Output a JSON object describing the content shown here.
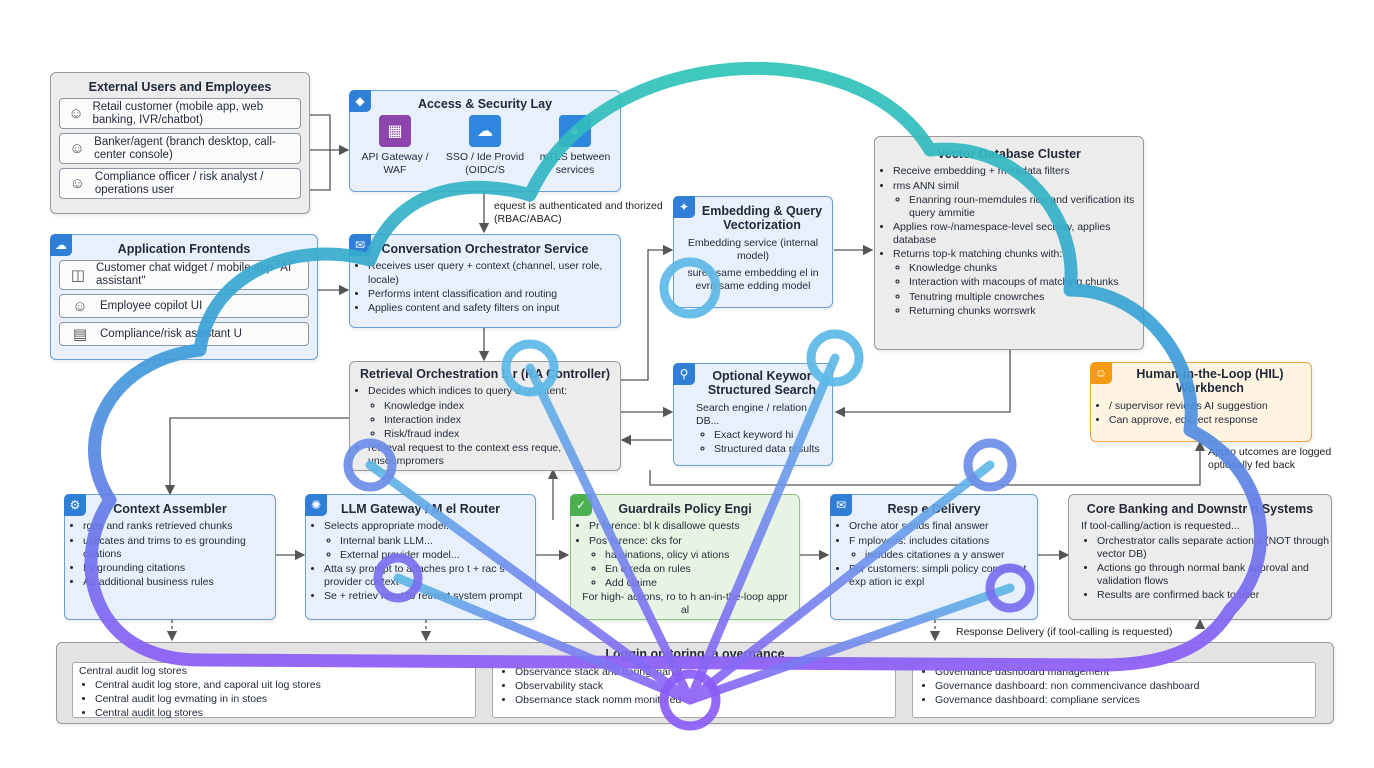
{
  "external_users": {
    "title": "External Users and Employees",
    "items": [
      "Retail customer (mobile app, web banking, IVR/chatbot)",
      "Banker/agent (branch desktop, call-center console)",
      "Compliance officer / risk analyst / operations user"
    ]
  },
  "access_security": {
    "title": "Access & Security Lay",
    "items": [
      "API Gateway / WAF",
      "SSO / Ide Provid (OIDC/S",
      "mTLS between services"
    ],
    "note": "equest is authenticated and thorized (RBAC/ABAC)"
  },
  "app_frontends": {
    "title": "Application Frontends",
    "items": [
      "Customer chat widget / mobile app \"AI assistant\"",
      "Employee copilot UI",
      "Compliance/risk assistant U"
    ]
  },
  "conversation_orchestrator": {
    "title": "Conversation Orchestrator Service",
    "bullets": [
      "Receives user query + context (channel, user role, locale)",
      "Performs intent classification and routing",
      "Applies content and safety filters on input"
    ]
  },
  "embedding": {
    "title": "Embedding & Query Vectorization",
    "line1": "Embedding service (internal model)",
    "line2": "sures same embedding el in evrn same edding model"
  },
  "vector_db": {
    "title": "Vector Database Cluster",
    "line1": "Receive embedding + metadata filters",
    "line2": "rms ANN simil",
    "sub1": "Enanring roun-memdules rien and verification its query ammitie",
    "b1": "Applies row-/namespace-level security, applies database",
    "b2": "Returns top-k matching chunks with:",
    "sub2": [
      "Knowledge chunks",
      "Interaction with macoups of matching chunks",
      "Tenutring multiple cnowrches",
      "Returning chunks worrswrk"
    ]
  },
  "retrieval": {
    "title": "Retrieval Orchestration L  r (RA  Controller)",
    "b1": "Decides which indices to query  d on intent:",
    "sub": [
      "Knowledge index",
      "Interaction index",
      "Risk/fraud index"
    ],
    "b2": "  retrieval request to the context  ess reque, unsoompromers"
  },
  "keyword_search": {
    "title": "Optional Keywor   Structured Search",
    "line": "Search engine / relation DB...",
    "sub": [
      "Exact keyword hi",
      "Structured data results"
    ]
  },
  "hil": {
    "title": "Human-in-the-Loop (HIL) Workbench",
    "bullets": [
      "/ supervisor reviews AI suggestion",
      "Can approve, edit,  ect response"
    ],
    "note": "Appro   utcomes are logged   optionally fed back"
  },
  "context_assembler": {
    "title": "Context Assembler",
    "bullets": [
      "rges and ranks retrieved chunks",
      " uplicates and trims to  es grounding citations",
      "I  s grounding citations",
      "Ap   additional business rules"
    ]
  },
  "llm_gateway": {
    "title": "LLM Gateway / M   el Router",
    "b1": "Selects appropriate model:",
    "sub": [
      "Internal bank LLM...",
      "External provider model..."
    ],
    "b2": "Atta   sy    prompt to attaches pro  t + rac   s provider context",
    "b3": "Se    +  retriev   ntext to retrievt system prompt"
  },
  "guardrails": {
    "title": "Guardrails   Policy Engi",
    "b1": "Pr   ference: bl  k disallowe   quests",
    "b2": "Pos    ference:   cks for",
    "sub": [
      "ha   cinations,   olicy vi  ations",
      "En   e reda   on rules",
      "Add   claime"
    ],
    "tail": "For high-   actions, ro   to h   an-in-the-loop appr   al"
  },
  "response_delivery": {
    "title": "Resp   e Delivery",
    "b1": "Orche   ator sends final answer",
    "b2": "F   mployees: includes citations",
    "sub": [
      "includes citationes a      y answer"
    ],
    "b3": "For customers: simpli   policy compliant exp   ation   ic   expl"
  },
  "core_banking": {
    "title": "Core Banking and Downstr   n Systems",
    "lead": "If tool-calling/action is requested...",
    "bullets": [
      "Orchestrator calls separate action   s (NOT through vector DB)",
      "Actions go through normal bank   approval and validation flows",
      "Results are confirmed back to   user"
    ]
  },
  "response_note": "Response Delivery (if tool-calling is requested)",
  "logging": {
    "title": "Loggin   onitoring, a   overnance",
    "col1": {
      "lead": "Central audit log stores",
      "bullets": [
        "Central audit log store, and caporal   uit log stores",
        "Central audit log evmating in in stoes",
        "Central audit log stores"
      ]
    },
    "col2": {
      "bullets": [
        "Observance stack and   itoring inanal",
        "Observability stack",
        "Obsernance stack nomm   monitored"
      ]
    },
    "col3": {
      "bullets": [
        "Governance dashboard management",
        "Governance dashboard: non commencivance dashboard",
        "Governance dashboard: compliane services"
      ]
    }
  }
}
